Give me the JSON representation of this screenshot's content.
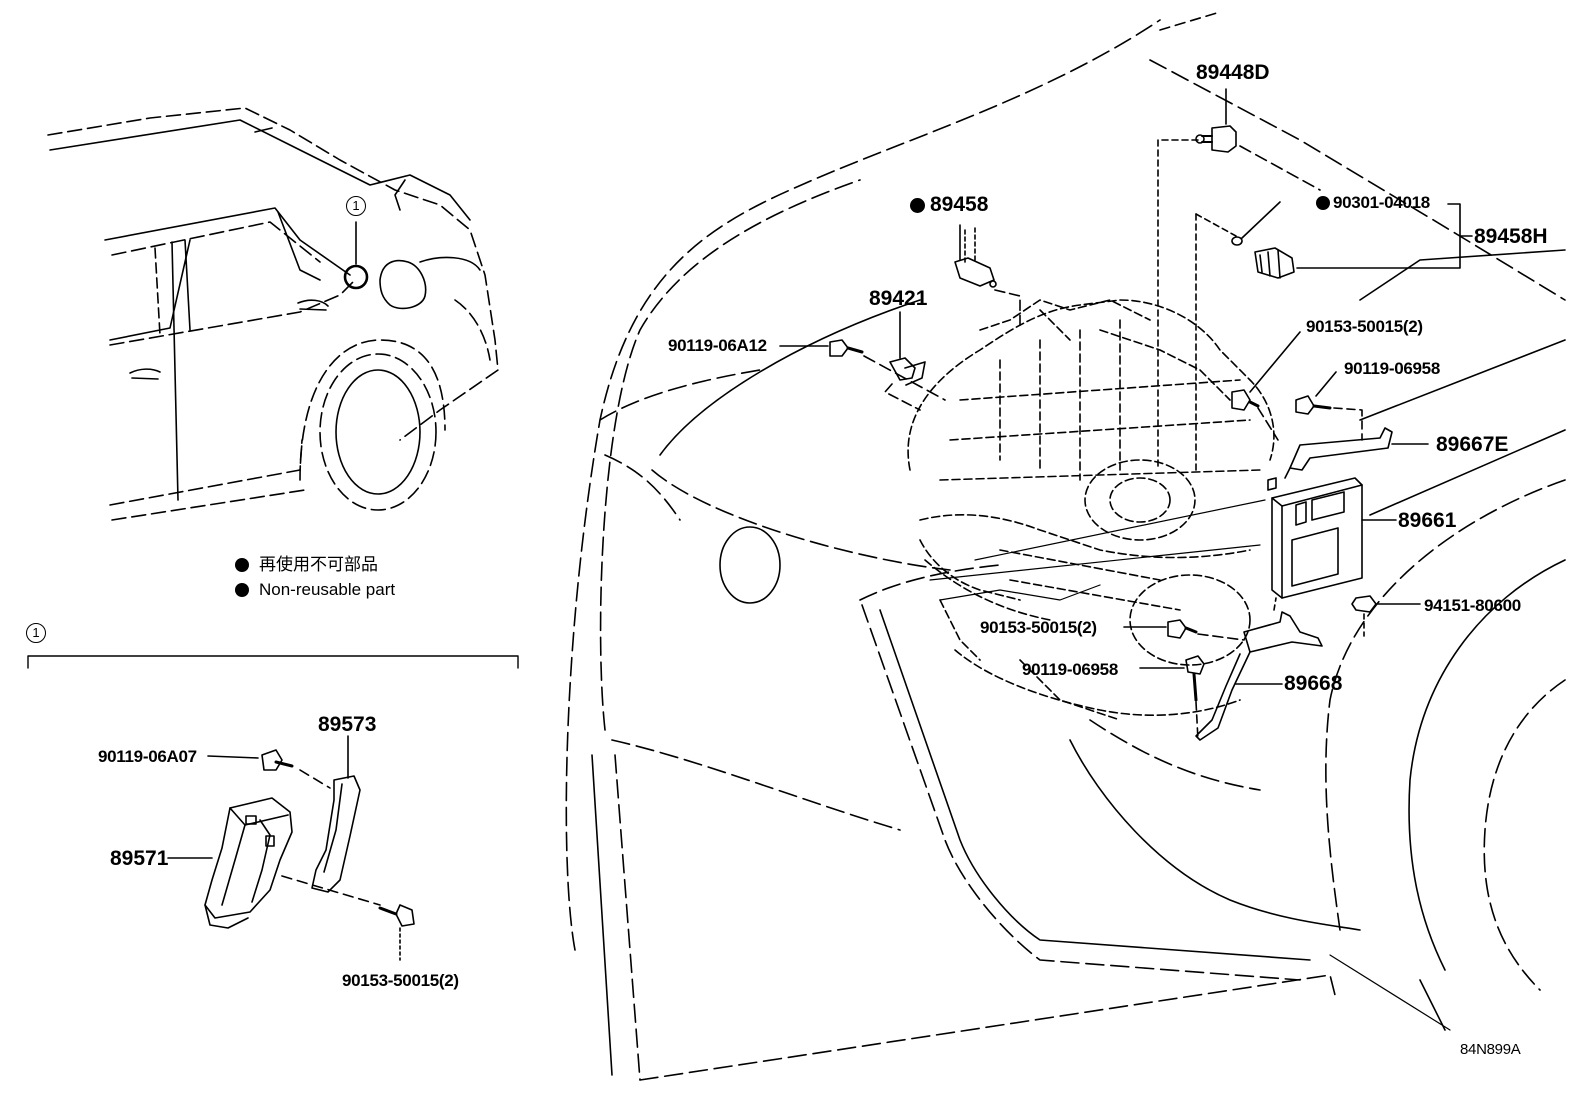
{
  "legend": {
    "japanese": "再使用不可部品",
    "english": "Non-reusable part",
    "callout_number": "1"
  },
  "parts": {
    "p89448D": "89448D",
    "p89458": "89458",
    "p90301_04018": "90301-04018",
    "p89458H": "89458H",
    "p89421": "89421",
    "p90119_06A12": "90119-06A12",
    "p90153_50015_upper": "90153-50015(2)",
    "p90119_06958_upper": "90119-06958",
    "p89667E": "89667E",
    "p89661": "89661",
    "p94151_80600": "94151-80600",
    "p90153_50015_mid": "90153-50015(2)",
    "p90119_06958_lower": "90119-06958",
    "p89668": "89668",
    "p89573": "89573",
    "p90119_06A07": "90119-06A07",
    "p89571": "89571",
    "p90153_50015_lower": "90153-50015(2)"
  },
  "illustration_code": "84N899A",
  "icons": [
    "non-reusable-dot-icon",
    "callout-circle-icon"
  ]
}
